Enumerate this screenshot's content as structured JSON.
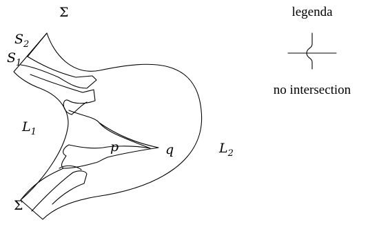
{
  "diagram": {
    "labels": {
      "sigma_top": "Σ",
      "sigma_bottom": "Σ",
      "s2": "S",
      "s2_sub": "2",
      "s1": "S",
      "s1_sub": "1",
      "l1": "L",
      "l1_sub": "1",
      "l2": "L",
      "l2_sub": "2",
      "p": "p",
      "q": "q"
    }
  },
  "legend": {
    "title": "legenda",
    "caption": "no intersection",
    "symbol_icon": "crossing-without-intersection-icon"
  }
}
